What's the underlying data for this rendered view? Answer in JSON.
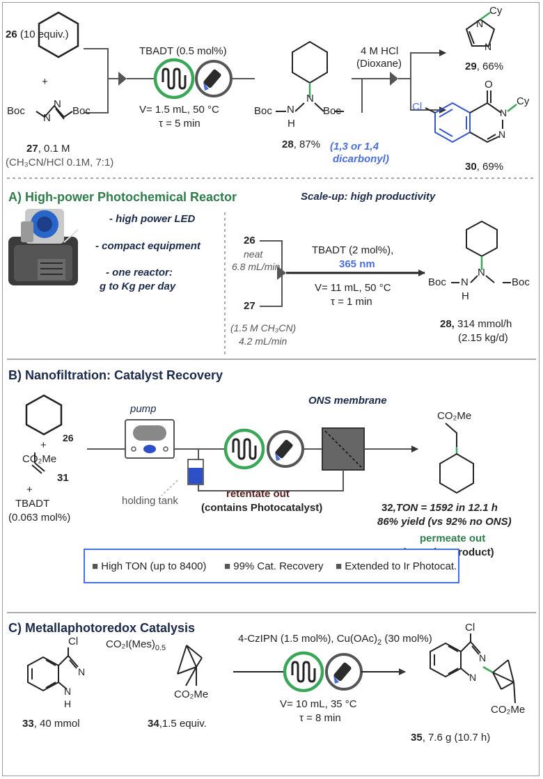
{
  "top": {
    "cmpd26_num": "26",
    "cmpd26_amt": " (10 equiv.)",
    "plus": "+",
    "boc_left": "Boc",
    "boc_right": "Boc",
    "n1": "N",
    "n2": "N",
    "cmpd27_num": "27",
    "cmpd27_amt": ", 0.1 M",
    "cmpd27_solvent": "(CH₃CN/HCl 0.1M, 7:1)",
    "tbadt_cond": "TBADT (0.5 mol%)",
    "flow_cond": "V= 1.5 mL, 50 °C",
    "tau": "τ = 5 min",
    "p28_boc1": "Boc",
    "p28_boc2": "Boc",
    "p28_n1": "N",
    "p28_n2": "N",
    "p28_h": "H",
    "cmpd28_num": "28",
    "cmpd28_yield": ", 87%",
    "hcl": "4 M HCl",
    "dioxane": "(Dioxane)",
    "dicarbonyl_1": "(1,3 or 1,4",
    "dicarbonyl_2": "dicarbonyl)",
    "p29_cy": "Cy",
    "p29_n": "N",
    "p29_n2": "N",
    "cmpd29_num": "29",
    "cmpd29_yield": ", 66%",
    "p30_o": "O",
    "p30_cl": "Cl",
    "p30_n": "N",
    "p30_n2": "N",
    "p30_cy": "Cy",
    "cmpd30_num": "30",
    "cmpd30_yield": ", 69%"
  },
  "section_a": {
    "title": "A) High-power Photochemical Reactor",
    "scaleup": "Scale-up: high productivity",
    "bullet1": "- high power LED",
    "bullet2": "- compact equipment",
    "bullet3a": "- one reactor:",
    "bullet3b": "g to Kg per day",
    "cmpd26": "26",
    "neat": "neat",
    "flow26": "6.8 mL/min",
    "cmpd27": "27",
    "conc27": "(1.5 M CH₃CN)",
    "flow27": "4.2 mL/min",
    "tbadt": "TBADT (2 mol%),",
    "wavelength": "365 nm",
    "flow_cond": "V= 11 mL, 50 °C",
    "tau": "τ = 1 min",
    "p_boc1": "Boc",
    "p_boc2": "Boc",
    "p_n1": "N",
    "p_n2": "N",
    "p_h": "H",
    "product_num": "28,",
    "product_rate": " 314 mmol/h",
    "product_kg": "(2.15 kg/d)"
  },
  "section_b": {
    "title": "B) Nanofiltration: Catalyst Recovery",
    "cmpd26": "26",
    "plus1": "+",
    "co2me": "CO₂Me",
    "cmpd31": "31",
    "plus2": "+",
    "tbadt": "TBADT",
    "tbadt_amt": "(0.063 mol%)",
    "pump": "pump",
    "ons": "ONS membrane",
    "holding_tank": "holding tank",
    "retentate1": "retentate out",
    "retentate2": "(contains Photocatalyst)",
    "p32_co2me": "CO₂Me",
    "p32_line1_num": "32",
    "p32_line1_rest": ",TON = 1592 in 12.1 h",
    "p32_line2": "86% yield (vs 92% no ONS)",
    "permeate1": "permeate out",
    "permeate2": "(contains product)",
    "features": [
      "High TON (up to 8400)",
      "99% Cat. Recovery",
      "Extended to Ir Photocat."
    ]
  },
  "section_c": {
    "title": "C) Metallaphotoredox Catalysis",
    "p33_cl": "Cl",
    "p33_n": "N",
    "p33_nh": "N",
    "p33_h": "H",
    "cmpd33_num": "33",
    "cmpd33_amt": ", 40 mmol",
    "p34_reagent": "CO₂I(Mes)",
    "p34_sub": "0.5",
    "p34_co2me": "CO₂Me",
    "cmpd34_num": "34",
    "cmpd34_amt": ",1.5 equiv.",
    "conditions_1": "4-CzIPN (1.5 mol%), Cu(OAc)",
    "conditions_sub": "2",
    "conditions_2": " (30 mol%)",
    "flow_cond": "V= 10 mL, 35 °C",
    "tau": "τ = 8 min",
    "p35_cl": "Cl",
    "p35_n": "N",
    "p35_n2": "N",
    "p35_co2me": "CO₂Me",
    "cmpd35_num": "35",
    "cmpd35_amt": ", 7.6 g (10.7 h)"
  },
  "colors": {
    "green": "#2e7d4a",
    "blue": "#4a6fdc",
    "navy": "#1b2a4a",
    "gray": "#555555"
  }
}
